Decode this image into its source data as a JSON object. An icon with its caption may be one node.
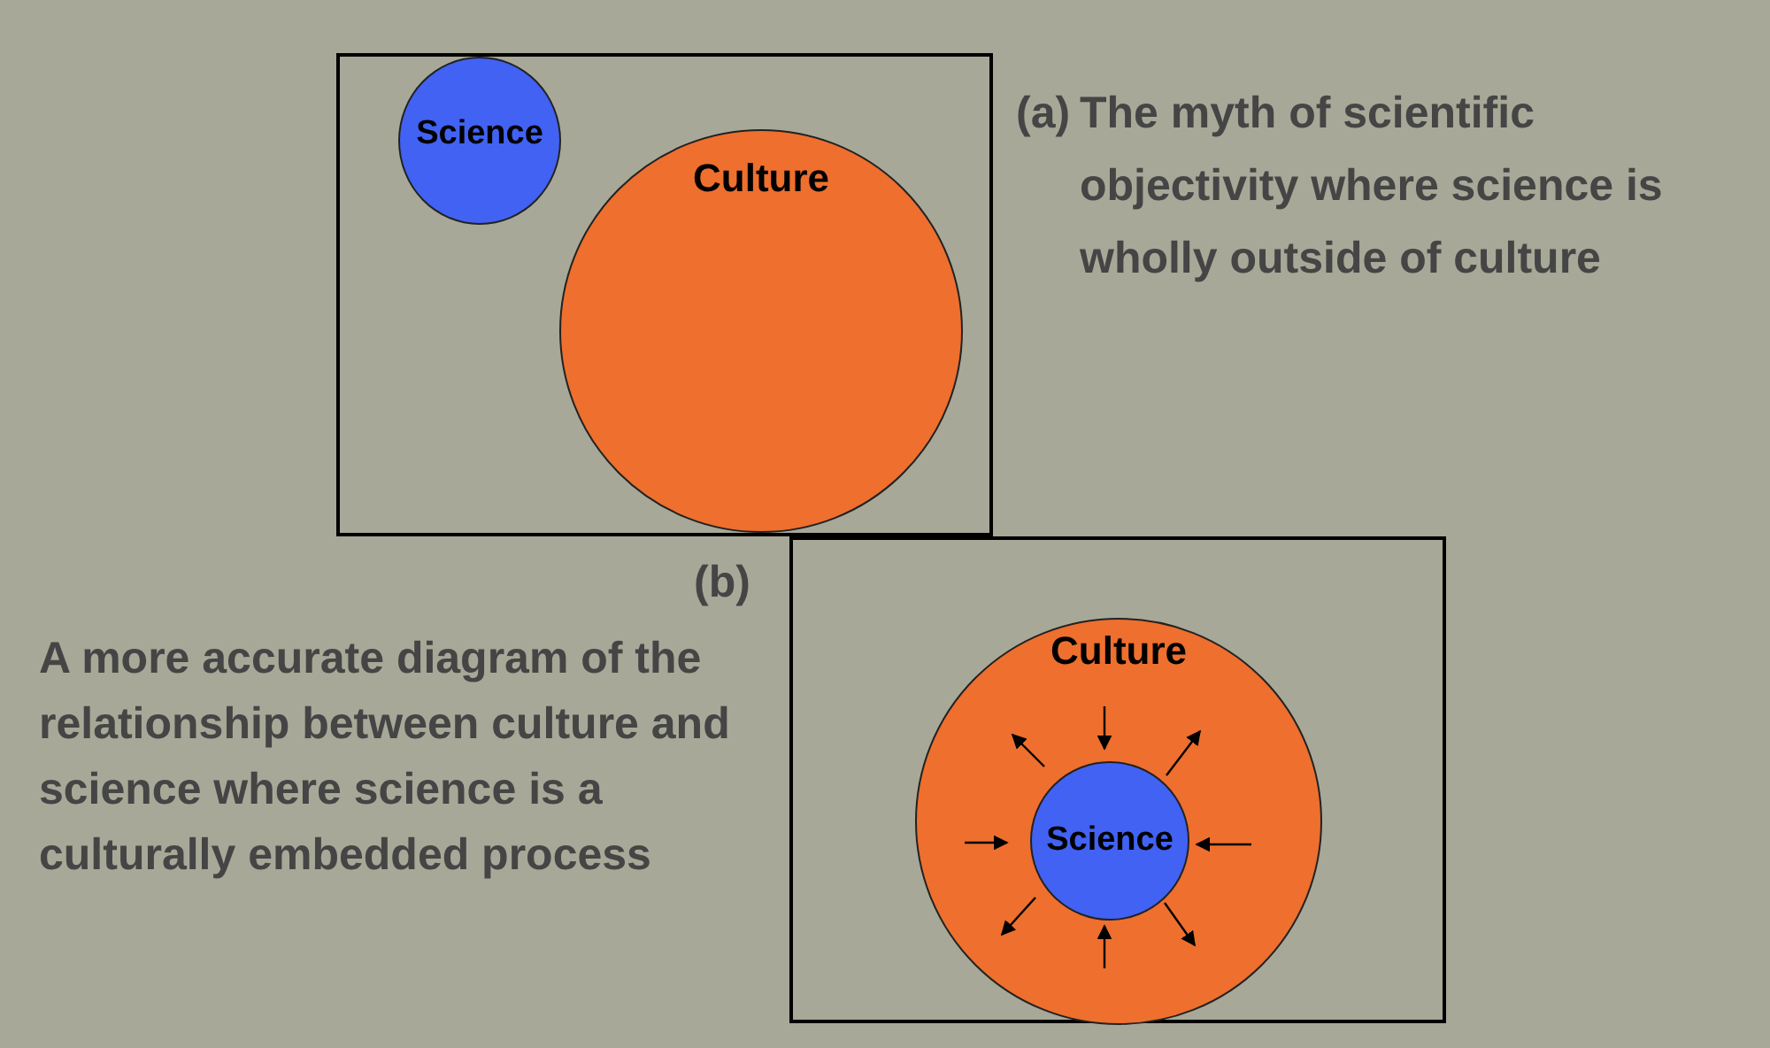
{
  "diagram": {
    "nodes": [
      {
        "text": [],
        "shape": "box"
      },
      {
        "text": [
          "Science"
        ],
        "in": 0
      },
      {
        "text": [
          "Culture"
        ],
        "in": 0
      },
      {
        "text": [],
        "shape": "box"
      },
      {
        "text": [
          "Culture"
        ],
        "in": 3
      },
      {
        "text": [
          "Science"
        ],
        "in": 4
      }
    ],
    "labels": [
      "(a)",
      "The myth of scientific objectivity where science is wholly outside of culture",
      "(b)",
      "A more accurate diagram of the relationship between culture and science where science is a culturally embedded process"
    ]
  }
}
